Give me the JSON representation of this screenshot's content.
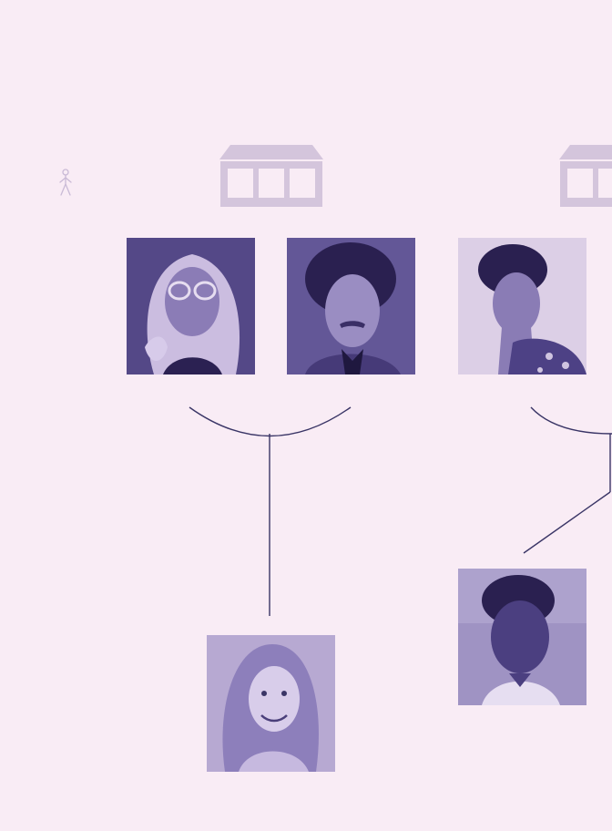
{
  "colors": {
    "background": "#f9ecf5",
    "house_icon": "#d4c5dc",
    "line": "#3a3566",
    "portrait_tint": "#6a5fa0",
    "portrait_dark": "#2f2560",
    "portrait_light": "#cfc4e0"
  },
  "icons": {
    "walker": "person-walking-icon",
    "house": "house-icon"
  },
  "family_tree": {
    "people": [
      {
        "id": "p1",
        "name": "",
        "role": "parent"
      },
      {
        "id": "p2",
        "name": "",
        "role": "parent"
      },
      {
        "id": "p3",
        "name": "",
        "role": "parent"
      },
      {
        "id": "c1",
        "name": "",
        "role": "child"
      },
      {
        "id": "c2",
        "name": "",
        "role": "child"
      }
    ],
    "unions": [
      {
        "partners": [
          "p1",
          "p2"
        ],
        "children": [
          "c1"
        ]
      },
      {
        "partners": [
          "p3"
        ],
        "children": [
          "c2"
        ]
      }
    ]
  }
}
